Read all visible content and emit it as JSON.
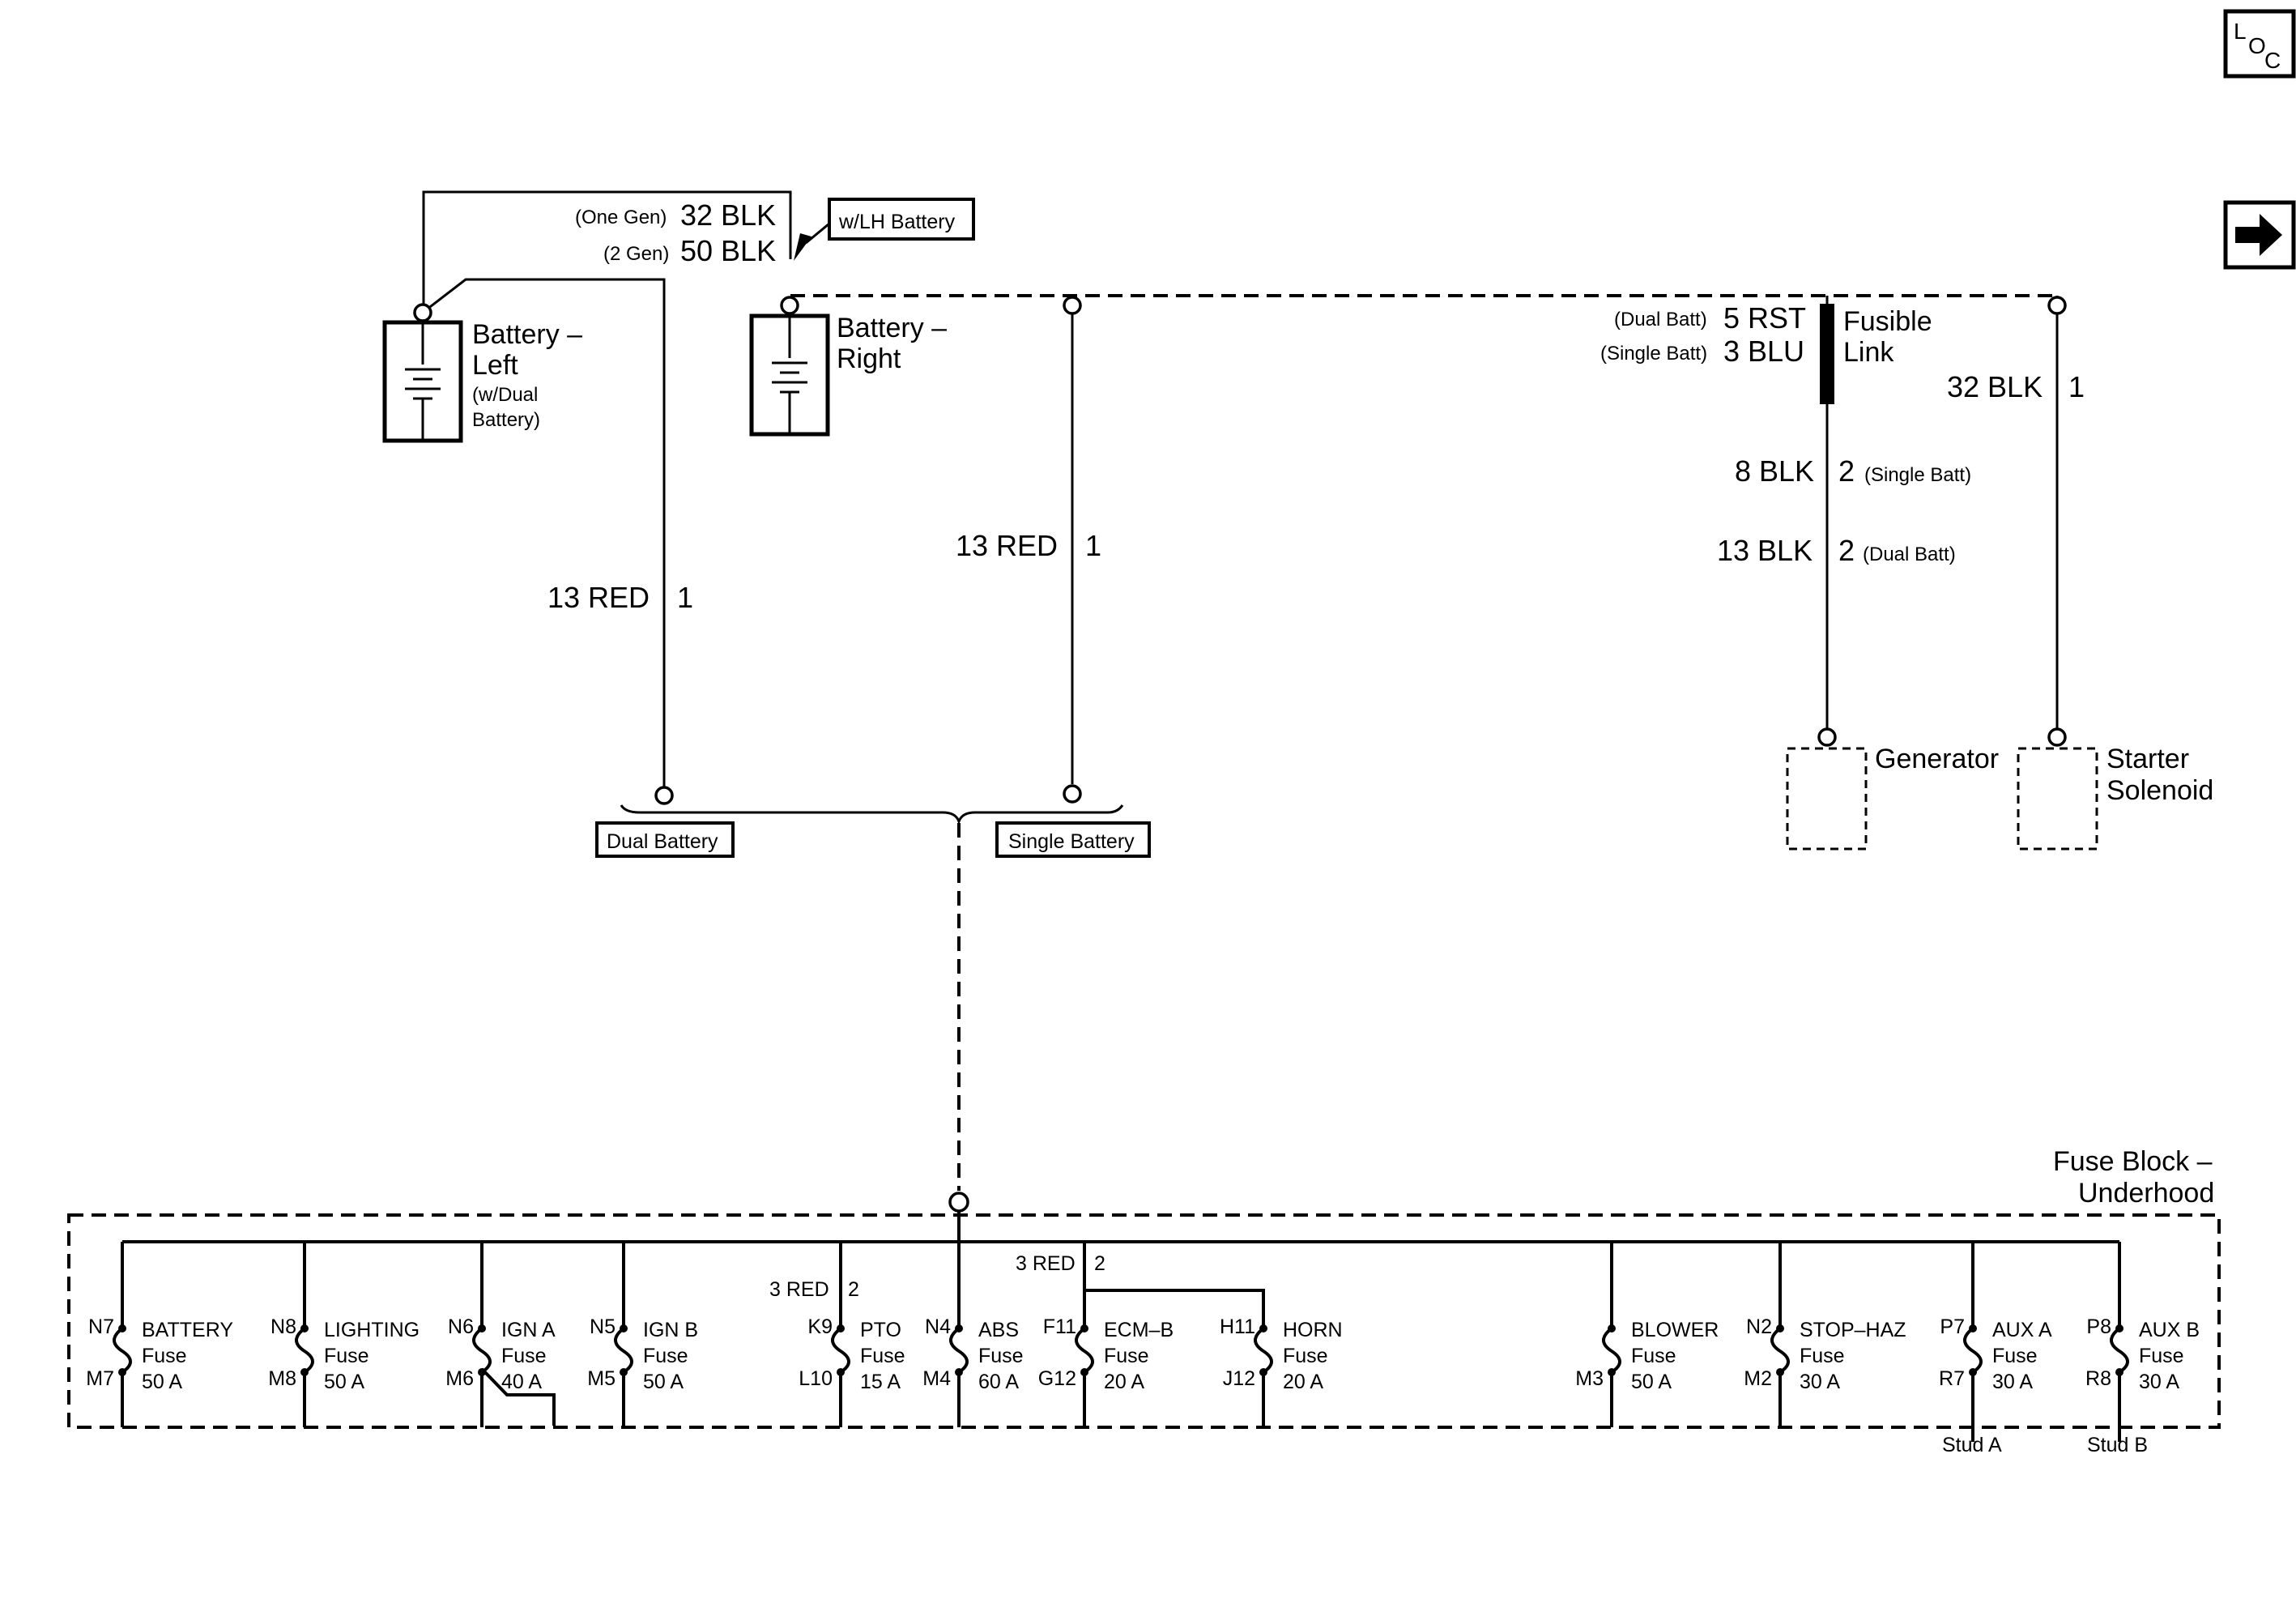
{
  "nav": {
    "loc_icon": "LOC",
    "next_icon": "arrow-right"
  },
  "batteries": {
    "left": {
      "title": "Battery –",
      "line2": "Left",
      "note1": "(w/Dual",
      "note2": "Battery)"
    },
    "right": {
      "title": "Battery –",
      "line2": "Right"
    }
  },
  "top_wires": {
    "one_gen_tag": "(One Gen)",
    "one_gen_wire": "32 BLK",
    "two_gen_tag": "(2 Gen)",
    "two_gen_wire": "50 BLK",
    "lh_battery_box": "w/LH Battery"
  },
  "left_branch": {
    "wire": "13 RED",
    "pin": "1"
  },
  "mid_branch": {
    "wire": "13 RED",
    "pin": "1"
  },
  "options": {
    "dual": "Dual Battery",
    "single": "Single Battery"
  },
  "fusible_link": {
    "dual_tag": "(Dual Batt)",
    "dual_wire": "5 RST",
    "single_tag": "(Single Batt)",
    "single_wire": "3 BLU",
    "label1": "Fusible",
    "label2": "Link"
  },
  "generator_feed": {
    "single_wire": "8 BLK",
    "single_pin": "2",
    "single_tag": "(Single Batt)",
    "dual_wire": "13 BLK",
    "dual_pin": "2",
    "dual_tag": "(Dual Batt)"
  },
  "starter_feed": {
    "wire": "32 BLK",
    "pin": "1"
  },
  "components": {
    "generator": "Generator",
    "starter1": "Starter",
    "starter2": "Solenoid"
  },
  "fuse_block": {
    "title1": "Fuse Block –",
    "title2": "Underhood",
    "pto_wire": "3 RED",
    "pto_pin": "2",
    "ecm_wire": "3 RED",
    "ecm_pin": "2",
    "fuses": [
      {
        "top": "N7",
        "bottom": "M7",
        "name": "BATTERY",
        "type": "Fuse",
        "rating": "50 A"
      },
      {
        "top": "N8",
        "bottom": "M8",
        "name": "LIGHTING",
        "type": "Fuse",
        "rating": "50 A"
      },
      {
        "top": "N6",
        "bottom": "M6",
        "name": "IGN A",
        "type": "Fuse",
        "rating": "40 A"
      },
      {
        "top": "N5",
        "bottom": "M5",
        "name": "IGN B",
        "type": "Fuse",
        "rating": "50 A"
      },
      {
        "top": "K9",
        "bottom": "L10",
        "name": "PTO",
        "type": "Fuse",
        "rating": "15 A"
      },
      {
        "top": "N4",
        "bottom": "M4",
        "name": "ABS",
        "type": "Fuse",
        "rating": "60 A"
      },
      {
        "top": "F11",
        "bottom": "G12",
        "name": "ECM–B",
        "type": "Fuse",
        "rating": "20 A"
      },
      {
        "top": "H11",
        "bottom": "J12",
        "name": "HORN",
        "type": "Fuse",
        "rating": "20 A"
      },
      {
        "top": "",
        "bottom": "M3",
        "name": "BLOWER",
        "type": "Fuse",
        "rating": "50 A"
      },
      {
        "top": "N2",
        "bottom": "M2",
        "name": "STOP–HAZ",
        "type": "Fuse",
        "rating": "30 A"
      },
      {
        "top": "P7",
        "bottom": "R7",
        "name": "AUX A",
        "type": "Fuse",
        "rating": "30 A"
      },
      {
        "top": "P8",
        "bottom": "R8",
        "name": "AUX B",
        "type": "Fuse",
        "rating": "30 A"
      }
    ],
    "studs": {
      "a": "Stud A",
      "b": "Stud B"
    }
  }
}
